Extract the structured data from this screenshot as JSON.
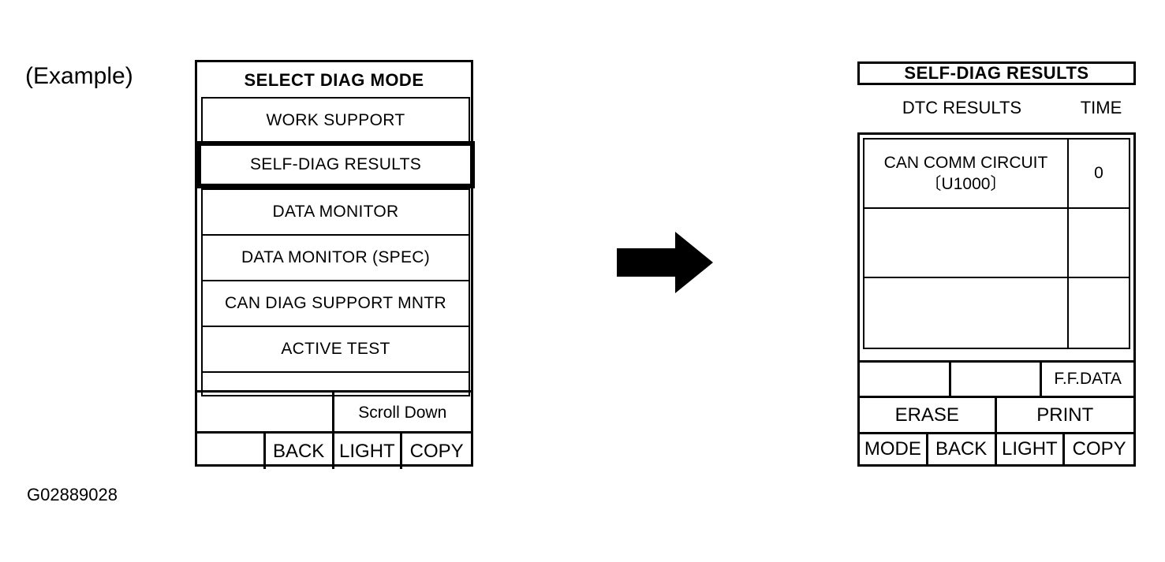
{
  "figure": {
    "example_label": "(Example)",
    "figure_id": "G02889028",
    "arrow_icon": "right-arrow-icon"
  },
  "left_screen": {
    "title": "SELECT DIAG MODE",
    "menu_items": [
      {
        "label": "WORK SUPPORT",
        "selected": false
      },
      {
        "label": "SELF-DIAG RESULTS",
        "selected": true
      },
      {
        "label": "DATA MONITOR",
        "selected": false
      },
      {
        "label": "DATA MONITOR (SPEC)",
        "selected": false
      },
      {
        "label": "CAN DIAG SUPPORT MNTR",
        "selected": false
      },
      {
        "label": "ACTIVE TEST",
        "selected": false
      }
    ],
    "soft_row_1": [
      "",
      "Scroll Down"
    ],
    "soft_row_2": [
      "",
      "BACK",
      "LIGHT",
      "COPY"
    ]
  },
  "right_screen": {
    "title": "SELF-DIAG RESULTS",
    "column_headers": {
      "dtc": "DTC RESULTS",
      "time": "TIME"
    },
    "dtc_rows": [
      {
        "name": "CAN COMM CIRCUIT",
        "code": "〔U1000〕",
        "time": "0"
      },
      {
        "name": "",
        "code": "",
        "time": ""
      },
      {
        "name": "",
        "code": "",
        "time": ""
      }
    ],
    "soft_row_ff": [
      "",
      "",
      "F.F.DATA"
    ],
    "soft_row_erase_print": [
      "ERASE",
      "PRINT"
    ],
    "soft_row_keys": [
      "MODE",
      "BACK",
      "LIGHT",
      "COPY"
    ]
  },
  "colors": {
    "ink": "#000000",
    "paper": "#ffffff"
  }
}
